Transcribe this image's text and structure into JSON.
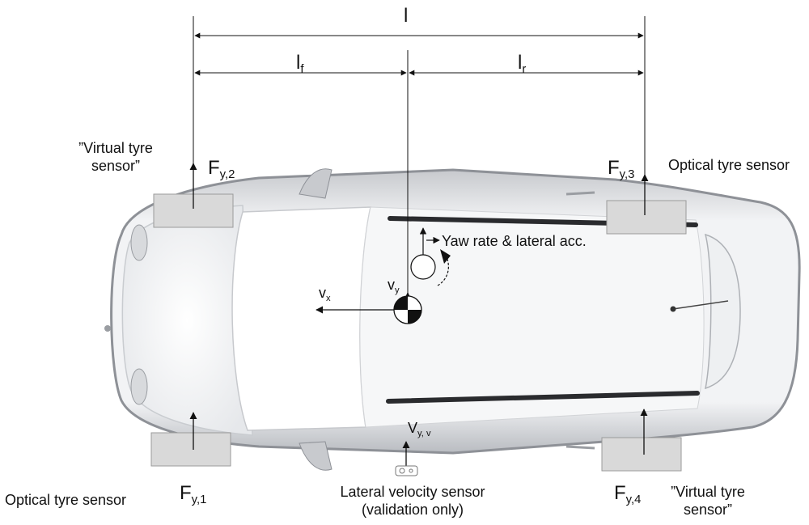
{
  "dimensions": {
    "total": {
      "main": "l",
      "sub": ""
    },
    "front": {
      "main": "l",
      "sub": "f"
    },
    "rear": {
      "main": "l",
      "sub": "r"
    }
  },
  "forces": {
    "fy1": {
      "main": "F",
      "sub": "y,1"
    },
    "fy2": {
      "main": "F",
      "sub": "y,2"
    },
    "fy3": {
      "main": "F",
      "sub": "y,3"
    },
    "fy4": {
      "main": "F",
      "sub": "y,4"
    }
  },
  "velocities": {
    "vx": {
      "main": "v",
      "sub": "x"
    },
    "vy": {
      "main": "v",
      "sub": "y"
    },
    "vyv": {
      "main": "V",
      "sub": "y, v"
    }
  },
  "labels": {
    "virtual_sensor_top_line1": "”Virtual tyre",
    "virtual_sensor_top_line2": "sensor”",
    "optical_sensor_top": "Optical tyre sensor",
    "yaw_rate": "Yaw rate & lateral acc.",
    "optical_sensor_bottom": "Optical tyre sensor",
    "lateral_velocity_line1": "Lateral velocity sensor",
    "lateral_velocity_line2": "(validation only)",
    "virtual_sensor_bottom_line1": "”Virtual tyre",
    "virtual_sensor_bottom_line2": "sensor”"
  },
  "colors": {
    "car_body": "#f4f5f7",
    "car_shadow": "#8e9197",
    "sensor_box": "#d9d9d9",
    "line": "#111111"
  }
}
